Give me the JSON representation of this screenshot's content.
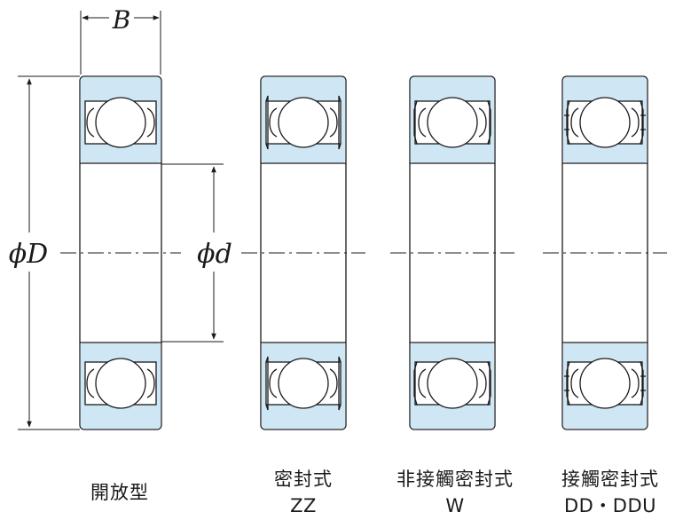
{
  "dimensions": {
    "width_label": "B",
    "outer_diameter_label": "ϕD",
    "inner_diameter_label": "ϕd"
  },
  "bearings": [
    {
      "name": "開放型",
      "code": "",
      "seal": "open"
    },
    {
      "name": "密封式",
      "code": "ZZ",
      "seal": "shield"
    },
    {
      "name": "非接觸密封式",
      "code": "W",
      "seal": "non-contact"
    },
    {
      "name": "接觸密封式",
      "code": "DD・DDU",
      "seal": "contact"
    }
  ],
  "colors": {
    "ring_fill": "#cfe6f5",
    "line": "#1a1a1a",
    "background": "#ffffff"
  }
}
